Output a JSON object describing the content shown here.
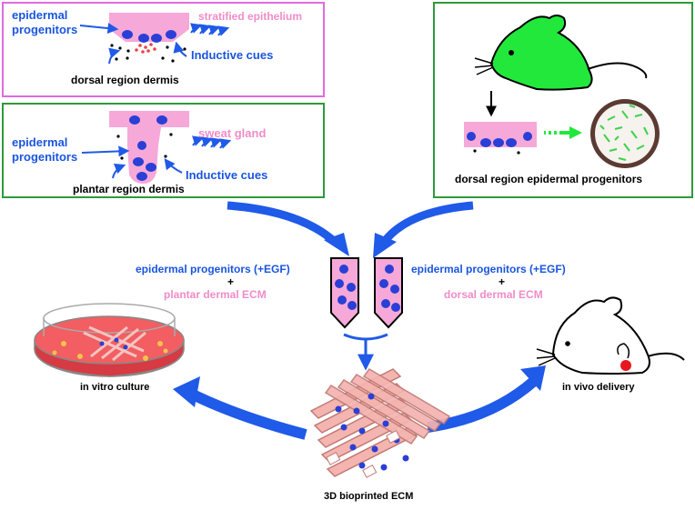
{
  "panel_a": {
    "label_progenitors_line1": "epidermal",
    "label_progenitors_line2": "progenitors",
    "label_epithelium": "stratified epithelium",
    "label_cues": "Inductive cues",
    "label_region": "dorsal region dermis"
  },
  "panel_b": {
    "label_progenitors_line1": "epidermal",
    "label_progenitors_line2": "progenitors",
    "label_gland": "sweat gland",
    "label_cues": "Inductive cues",
    "label_region": "plantar region dermis"
  },
  "panel_c": {
    "label_region": "dorsal region epidermal progenitors"
  },
  "middle": {
    "left_line1": "epidermal progenitors (+EGF)",
    "left_plus": "+",
    "left_line2": "plantar dermal ECM",
    "right_line1": "epidermal progenitors (+EGF)",
    "right_plus": "+",
    "right_line2": "dorsal dermal ECM"
  },
  "bottom": {
    "in_vitro": "in vitro culture",
    "in_vivo": "in vivo delivery",
    "bioprinted": "3D bioprinted ECM"
  },
  "colors": {
    "blue_text": "#1a55e0",
    "pink_text": "#f08cc8",
    "magenta_border": "#e06be0",
    "green_border": "#2e9a3c",
    "tissue_pink": "#f6a8d8",
    "cell_blue": "#2a3fd6",
    "mouse_green": "#22e83c",
    "arrow_blue": "#1f5ae8",
    "culture_red": "#e8434a",
    "fiber_pink": "#f4b4b0"
  }
}
